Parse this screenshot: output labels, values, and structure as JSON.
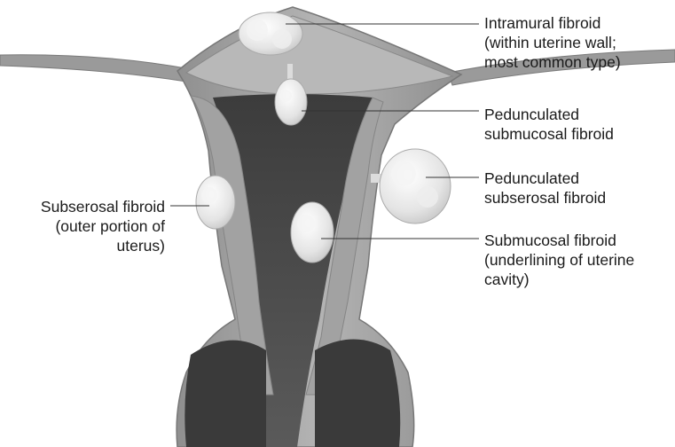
{
  "labels": {
    "intramural": {
      "lines": [
        "Intramural fibroid",
        "(within uterine wall;",
        "most common type)"
      ]
    },
    "pedunculated_submucosal": {
      "lines": [
        "Pedunculated",
        "submucosal fibroid"
      ]
    },
    "pedunculated_subserosal": {
      "lines": [
        "Pedunculated",
        "subserosal fibroid"
      ]
    },
    "submucosal": {
      "lines": [
        "Submucosal fibroid",
        "(underlining of uterine",
        "cavity)"
      ]
    },
    "subserosal": {
      "lines": [
        "Subserosal fibroid",
        "(outer portion of",
        "uterus)"
      ]
    }
  },
  "colors": {
    "uterine_wall": "#a8a8a8",
    "cavity": "#4a4a4a",
    "fibroid": "#e8e8e8",
    "leader_line": "#333333",
    "text": "#1a1a1a"
  }
}
